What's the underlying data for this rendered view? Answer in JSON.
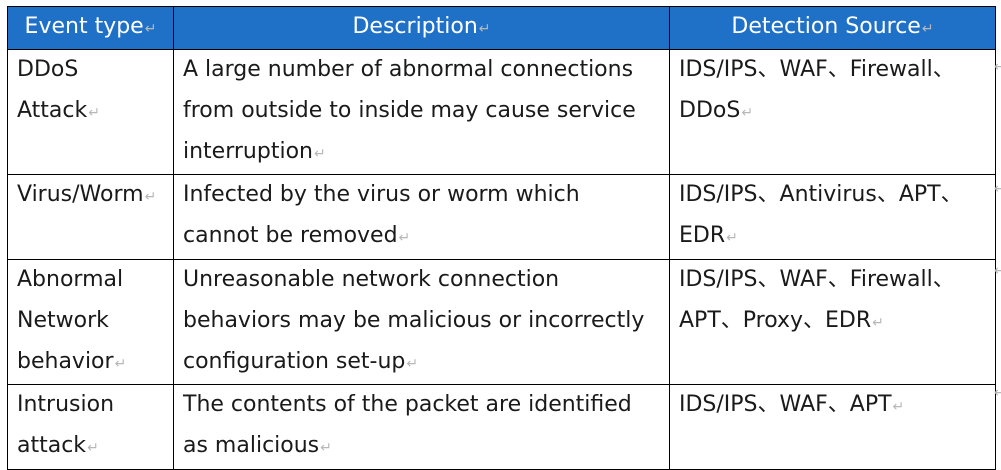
{
  "colors": {
    "header_bg": "#1f71c8",
    "header_text": "#ffffff",
    "border": "#000000",
    "body_text": "#1a1a1a",
    "formatting_mark": "#b8b8b8"
  },
  "formatting_mark_symbol": "↵",
  "table": {
    "headers": [
      "Event type",
      "Description",
      "Detection Source"
    ],
    "rows": [
      {
        "event_type": "DDoS Attack",
        "description": "A large number of abnormal connections from outside to inside may cause service interruption",
        "detection_source": "IDS/IPS、WAF、Firewall、DDoS"
      },
      {
        "event_type": "Virus/Worm",
        "description": "Infected by the virus or worm which cannot be removed",
        "detection_source": "IDS/IPS、Antivirus、APT、EDR"
      },
      {
        "event_type": "Abnormal Network behavior",
        "description": "Unreasonable network connection behaviors may be malicious or incorrectly configuration set-up",
        "detection_source": "IDS/IPS、WAF、Firewall、APT、Proxy、EDR"
      },
      {
        "event_type": "Intrusion attack",
        "description": "The contents of the packet are identified as malicious",
        "detection_source": "IDS/IPS、WAF、APT"
      }
    ]
  }
}
